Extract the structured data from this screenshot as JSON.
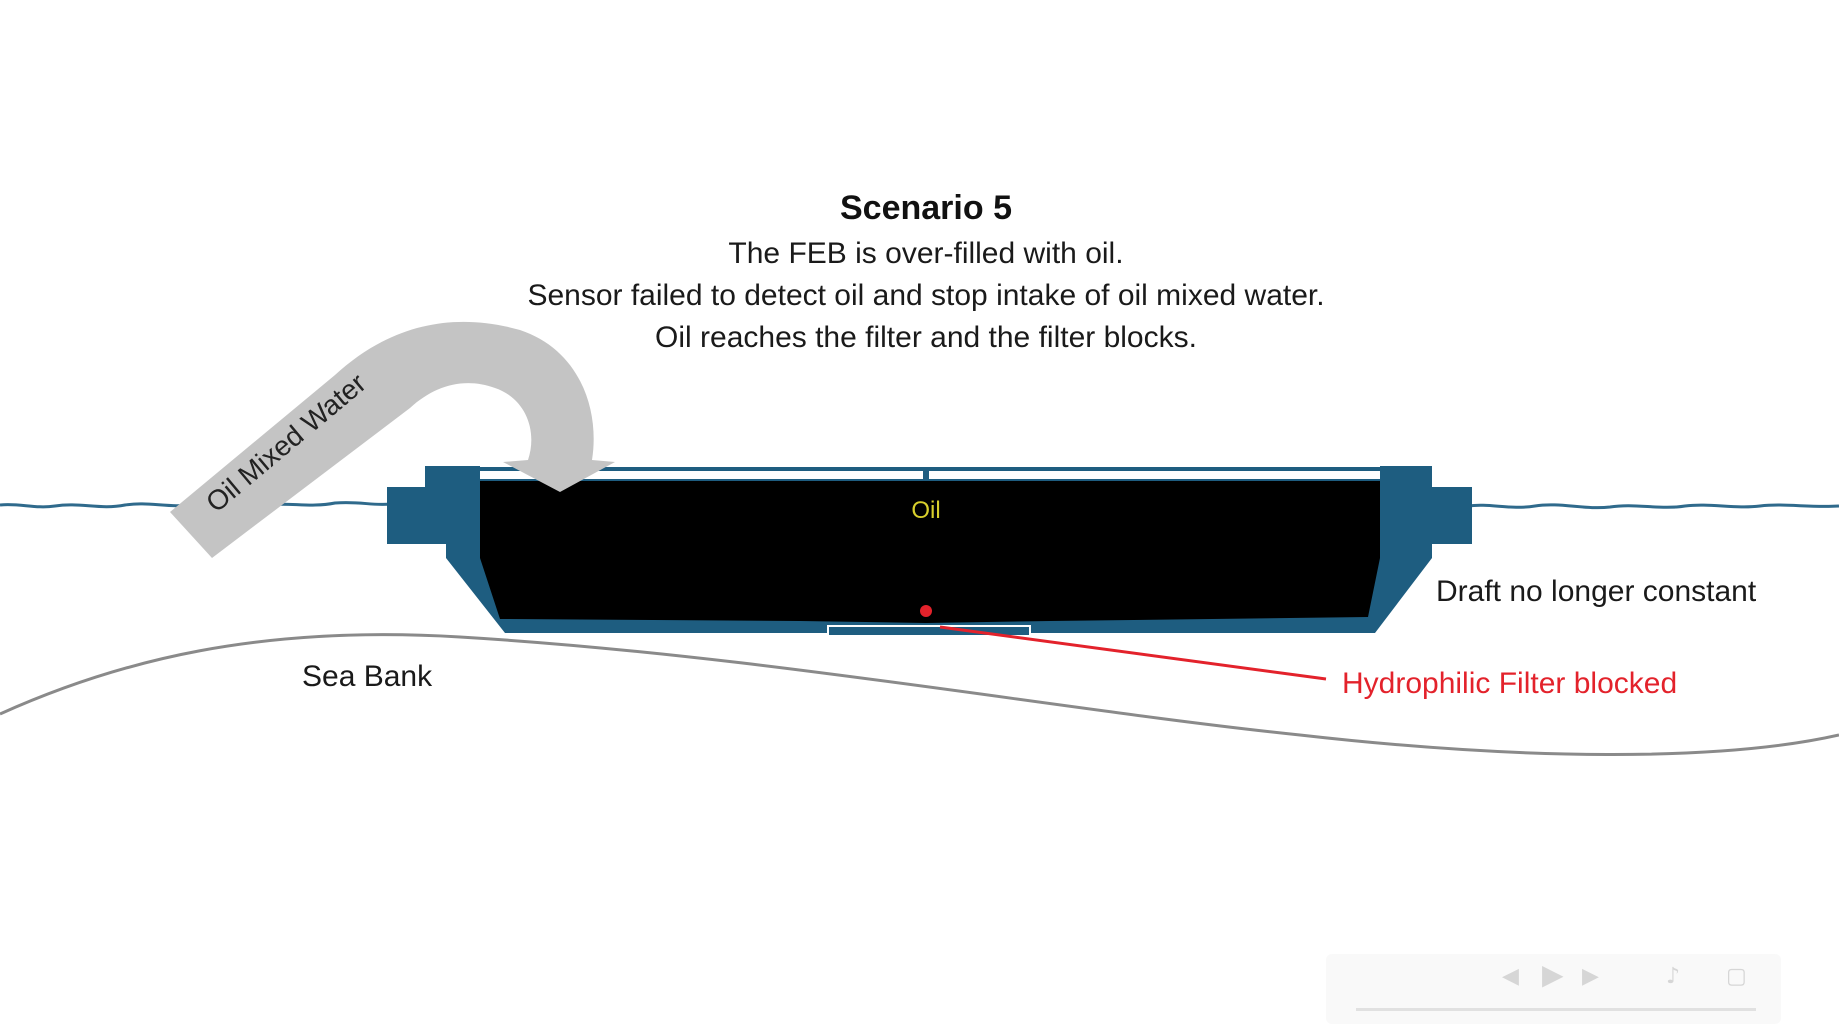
{
  "header": {
    "title": "Scenario 5",
    "lines": [
      "The FEB is over-filled with oil.",
      "Sensor failed to detect oil and stop intake of oil mixed water.",
      "Oil reaches the filter and the filter blocks."
    ]
  },
  "arrow": {
    "label": "Oil Mixed Water"
  },
  "vessel": {
    "content_label": "Oil"
  },
  "labels": {
    "draft": "Draft no longer constant",
    "sea_bank": "Sea Bank",
    "filter": "Hydrophilic Filter blocked"
  },
  "colors": {
    "hull": "#1e5d80",
    "water_line": "#2f6a8c",
    "oil": "#000000",
    "oil_label": "#d8cf2c",
    "filter_label": "#e3222b",
    "arrow_fill": "#c4c4c4",
    "sea_bank_line": "#8a8a8a"
  },
  "player": {
    "icons": [
      "skip-back-icon",
      "play-icon",
      "skip-forward-icon",
      "volume-icon",
      "fullscreen-icon"
    ]
  }
}
